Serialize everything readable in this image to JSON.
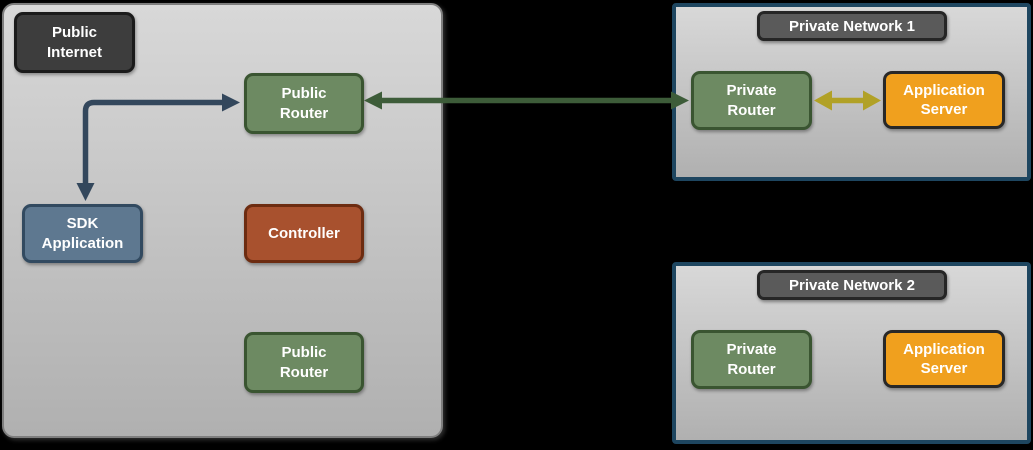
{
  "colors": {
    "canvas-bg": "#000000",
    "zone-fill-top": "#d8d8d8",
    "zone-fill-bottom": "#b0b0b0",
    "zone-border": "#7e7e7e",
    "network-border": "#1e4660",
    "title-fill": "#5a5a5a",
    "title-border": "#262626",
    "dark-label-fill": "#3d3d3d",
    "dark-label-border": "#1b1b1b",
    "router-fill": "#6d8a62",
    "router-border": "#3a5531",
    "sdk-fill": "#5e7890",
    "sdk-border": "#324a60",
    "controller-fill": "#a8512e",
    "controller-border": "#6d2c11",
    "server-fill": "#f0a01e",
    "server-border": "#282828",
    "arrow-navy": "#33475c",
    "arrow-green": "#3d5c39",
    "arrow-yellow": "#b1a126",
    "text": "#ffffff"
  },
  "public_zone": {
    "label": "Public\nInternet",
    "public_router_top": "Public\nRouter",
    "sdk_application": "SDK\nApplication",
    "controller": "Controller",
    "public_router_bottom": "Public\nRouter"
  },
  "private_network_1": {
    "title": "Private Network 1",
    "private_router": "Private\nRouter",
    "application_server": "Application\nServer"
  },
  "private_network_2": {
    "title": "Private Network 2",
    "private_router": "Private\nRouter",
    "application_server": "Application\nServer"
  },
  "connections": [
    {
      "name": "sdk-application-to-public-router",
      "from": "SDK Application",
      "to": "Public Router (top)",
      "style": "elbow-double-arrow",
      "color": "#33475c"
    },
    {
      "name": "public-router-to-private-router-1",
      "from": "Public Router (top)",
      "to": "Private Router (Private Network 1)",
      "style": "double-arrow",
      "color": "#3d5c39"
    },
    {
      "name": "private-router-1-to-application-server-1",
      "from": "Private Router (Private Network 1)",
      "to": "Application Server (Private Network 1)",
      "style": "double-arrow",
      "color": "#b1a126"
    }
  ]
}
